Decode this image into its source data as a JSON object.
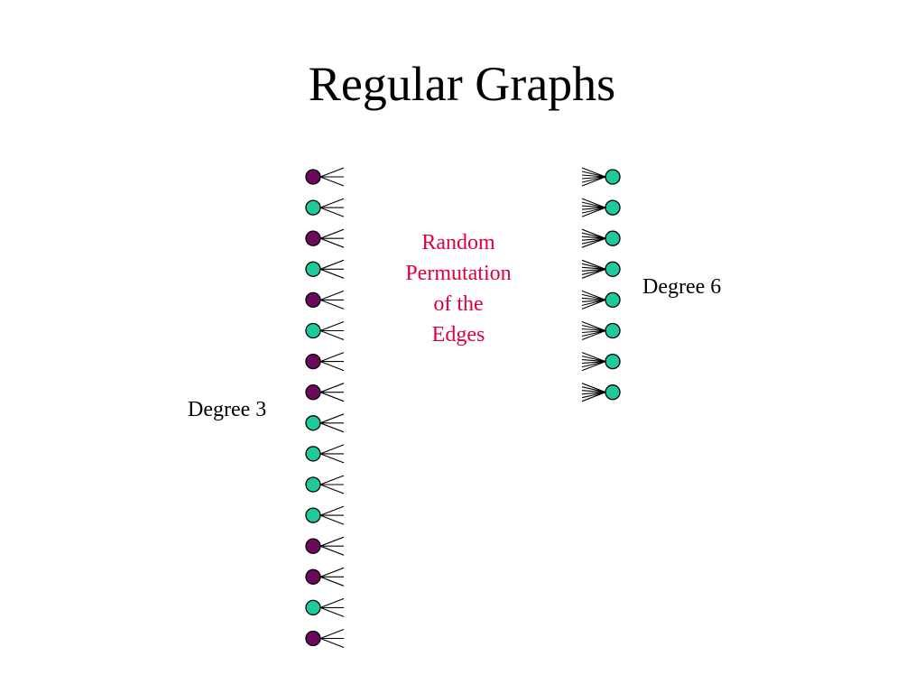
{
  "slide": {
    "title": "Regular Graphs",
    "center_label_lines": [
      "Random",
      "Permutation",
      "of the",
      "Edges"
    ],
    "left_label": "Degree 3",
    "right_label": "Degree 6"
  },
  "colors": {
    "purple": "#6b0a5a",
    "teal": "#1fc99b",
    "accent_text": "#e0003c",
    "stroke": "#000000"
  },
  "left_nodes": [
    {
      "color": "purple"
    },
    {
      "color": "teal"
    },
    {
      "color": "purple"
    },
    {
      "color": "teal"
    },
    {
      "color": "purple"
    },
    {
      "color": "teal"
    },
    {
      "color": "purple"
    },
    {
      "color": "purple"
    },
    {
      "color": "teal"
    },
    {
      "color": "teal"
    },
    {
      "color": "teal"
    },
    {
      "color": "teal"
    },
    {
      "color": "purple"
    },
    {
      "color": "purple"
    },
    {
      "color": "teal"
    },
    {
      "color": "purple"
    }
  ],
  "right_nodes": [
    {
      "color": "teal"
    },
    {
      "color": "teal"
    },
    {
      "color": "teal"
    },
    {
      "color": "teal"
    },
    {
      "color": "teal"
    },
    {
      "color": "teal"
    },
    {
      "color": "teal"
    },
    {
      "color": "teal"
    }
  ],
  "left_degree": 3,
  "right_degree": 6
}
